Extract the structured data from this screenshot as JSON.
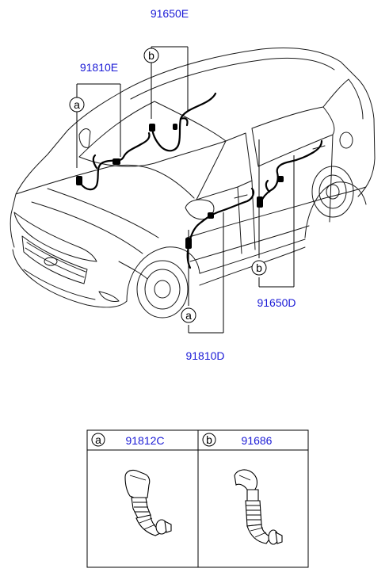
{
  "callouts": {
    "top_harness": "91650E",
    "left_harness": "91810E",
    "rear_door_harness": "91650D",
    "front_door_harness": "91810D"
  },
  "callout_letters": {
    "a_front_hood": "a",
    "b_top": "b",
    "b_rear_door": "b",
    "a_front_door": "a"
  },
  "legend_table": {
    "col_a": {
      "letter": "a",
      "part_number": "91812C"
    },
    "col_b": {
      "letter": "b",
      "part_number": "91686"
    }
  }
}
